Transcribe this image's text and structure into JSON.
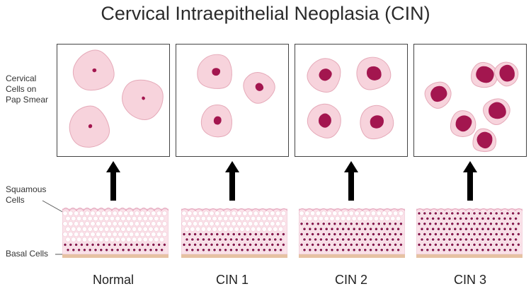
{
  "title": "Cervical Intraepithelial Neoplasia (CIN)",
  "labels": {
    "cells_on_smear": "Cervical\nCells on\nPap Smear",
    "squamous": "Squamous\nCells",
    "basal": "Basal Cells"
  },
  "stages": [
    {
      "name": "Normal"
    },
    {
      "name": "CIN 1"
    },
    {
      "name": "CIN 2"
    },
    {
      "name": "CIN 3"
    }
  ],
  "colors": {
    "cell_fill": "#f7d3dc",
    "cell_edge": "#e5a9b8",
    "nucleus": "#a3164f",
    "tissue_bg": "#fbe3ea",
    "basal_dot": "#8a1b4f",
    "base_membrane": "#e6c2a3",
    "arrow": "#000000"
  }
}
